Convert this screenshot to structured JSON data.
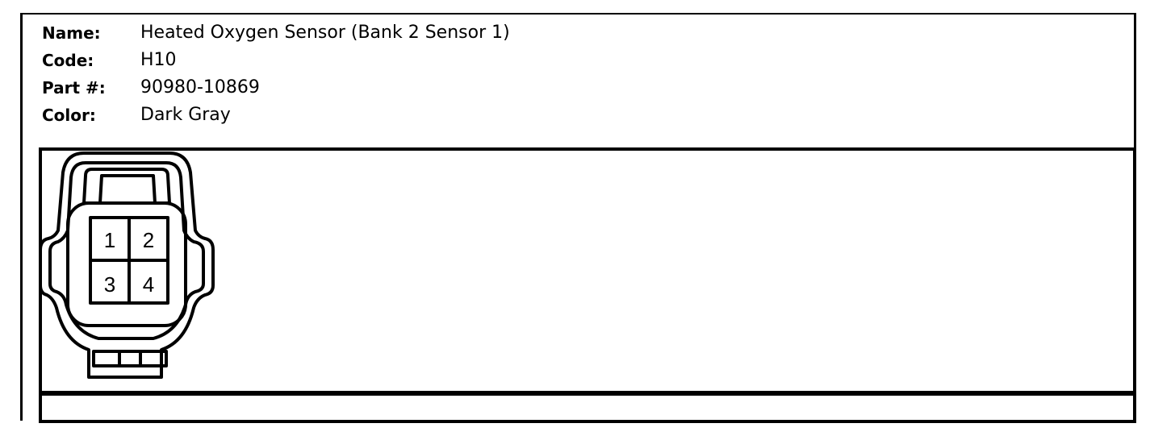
{
  "fields": {
    "name": {
      "label": "Name:",
      "value": "Heated Oxygen Sensor (Bank 2 Sensor 1)"
    },
    "code": {
      "label": "Code:",
      "value": "H10"
    },
    "part": {
      "label": "Part #:",
      "value": "90980-10869"
    },
    "color": {
      "label": "Color:",
      "value": "Dark Gray"
    }
  },
  "connector": {
    "pins": [
      "1",
      "2",
      "3",
      "4"
    ]
  }
}
